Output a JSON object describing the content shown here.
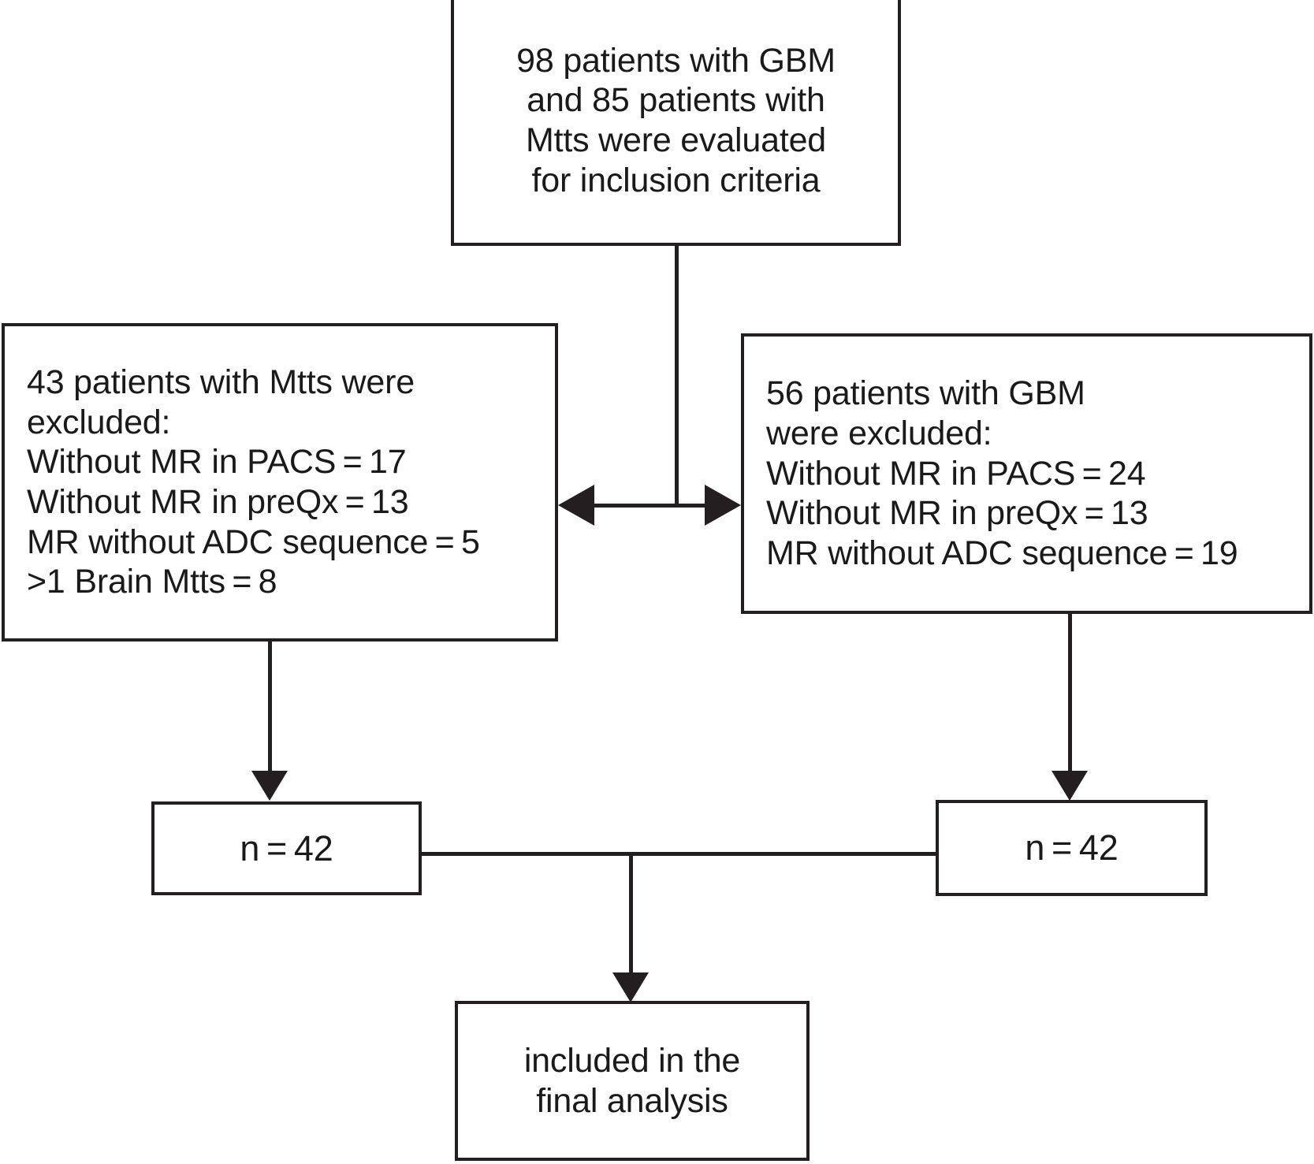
{
  "diagram": {
    "type": "flowchart",
    "title": "Patient inclusion/exclusion flow diagram",
    "orientation": "top-down",
    "colors": {
      "stroke": "#231f20",
      "fill": "#ffffff",
      "text": "#1a1a1a"
    },
    "nodes": {
      "screened": {
        "id": "screened",
        "lines": [
          "98 patients with GBM",
          "and 85 patients with",
          "Mtts were evaluated",
          "for inclusion criteria"
        ]
      },
      "excluded_mtts": {
        "id": "excluded_mtts",
        "lines": [
          "43 patients with Mtts were",
          "excluded:",
          "Without MR in PACS = 17",
          "Without MR in preQx = 13",
          "MR without ADC sequence = 5",
          ">1 Brain Mtts = 8"
        ]
      },
      "excluded_gbm": {
        "id": "excluded_gbm",
        "lines": [
          "56 patients with GBM",
          "were excluded:",
          "Without MR in PACS = 24",
          "Without MR in preQx = 13",
          "MR without ADC sequence = 19"
        ]
      },
      "n_left": {
        "id": "n_left",
        "lines": [
          "n = 42"
        ]
      },
      "n_right": {
        "id": "n_right",
        "lines": [
          "n = 42"
        ]
      },
      "final": {
        "id": "final",
        "lines": [
          "included in the",
          "final analysis"
        ]
      }
    },
    "edges": [
      {
        "from": "screened",
        "to": "excluded_mtts",
        "style": "arrow-left"
      },
      {
        "from": "screened",
        "to": "excluded_gbm",
        "style": "arrow-right"
      },
      {
        "from": "excluded_mtts",
        "to": "n_left",
        "style": "arrow-down"
      },
      {
        "from": "excluded_gbm",
        "to": "n_right",
        "style": "arrow-down"
      },
      {
        "from": "n_left",
        "to": "final",
        "style": "line-then-arrow-down"
      },
      {
        "from": "n_right",
        "to": "final",
        "style": "line-then-arrow-down"
      }
    ]
  }
}
